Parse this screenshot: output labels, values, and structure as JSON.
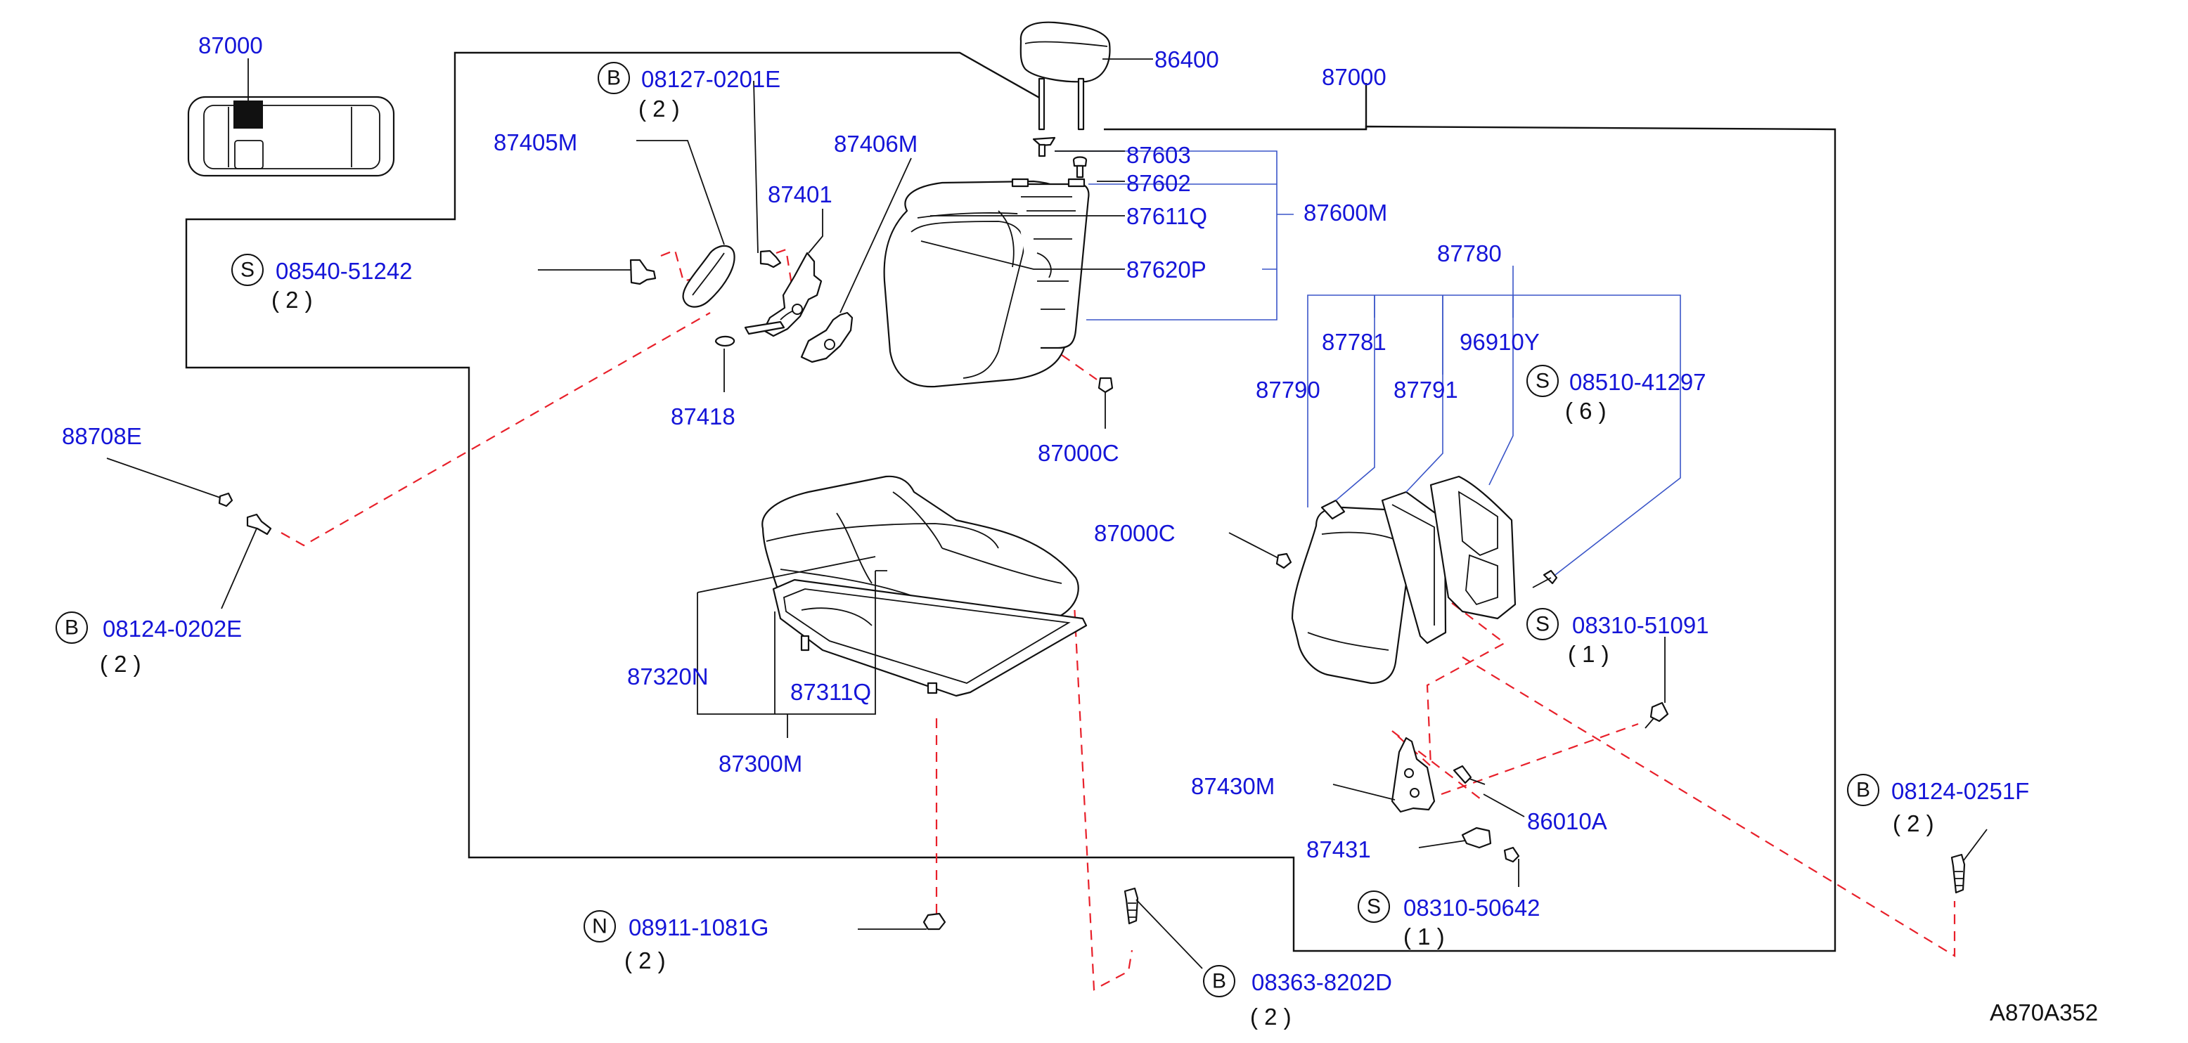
{
  "diagram_ref": "A870A352",
  "callouts": {
    "c87000_top": "87000",
    "c87000_right": "87000",
    "c86400": "86400",
    "c87603": "87603",
    "c87602": "87602",
    "c87611q": "87611Q",
    "c87600m": "87600M",
    "c87620p": "87620P",
    "c87405m": "87405M",
    "c87406m": "87406M",
    "c87401": "87401",
    "c87418": "87418",
    "c87000c_a": "87000C",
    "c87000c_b": "87000C",
    "c88708e": "88708E",
    "c87780": "87780",
    "c87781": "87781",
    "c96910y": "96910Y",
    "c87790": "87790",
    "c87791": "87791",
    "c87320n": "87320N",
    "c87311q": "87311Q",
    "c87300m": "87300M",
    "c87430m": "87430M",
    "c86010a": "86010A",
    "c87431": "87431"
  },
  "fasteners": [
    {
      "id": "f1",
      "letter": "B",
      "code": "08127-0201E",
      "qty": "( 2 )"
    },
    {
      "id": "f2",
      "letter": "S",
      "code": "08540-51242",
      "qty": "( 2 )"
    },
    {
      "id": "f3",
      "letter": "B",
      "code": "08124-0202E",
      "qty": "( 2 )"
    },
    {
      "id": "f4",
      "letter": "S",
      "code": "08510-41297",
      "qty": "( 6 )"
    },
    {
      "id": "f5",
      "letter": "S",
      "code": "08310-51091",
      "qty": "( 1 )"
    },
    {
      "id": "f6",
      "letter": "B",
      "code": "08124-0251F",
      "qty": "( 2 )"
    },
    {
      "id": "f7",
      "letter": "S",
      "code": "08310-50642",
      "qty": "( 1 )"
    },
    {
      "id": "f8",
      "letter": "N",
      "code": "08911-1081G",
      "qty": "( 2 )"
    },
    {
      "id": "f9",
      "letter": "B",
      "code": "08363-8202D",
      "qty": "( 2 )"
    }
  ],
  "colors": {
    "callout_text": "#1515d8",
    "leader": "#111111",
    "hidden_line": "#e8202a"
  }
}
